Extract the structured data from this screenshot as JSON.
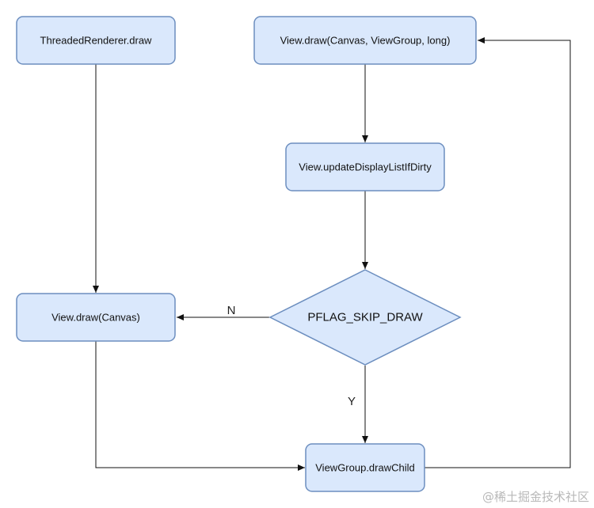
{
  "nodes": {
    "threaded_renderer_draw": "ThreadedRenderer.draw",
    "view_draw_full": "View.draw(Canvas, ViewGroup, long)",
    "update_display_list": "View.updateDisplayListIfDirty",
    "view_draw_canvas": "View.draw(Canvas)",
    "pflag_skip_draw": "PFLAG_SKIP_DRAW",
    "viewgroup_draw_child": "ViewGroup.drawChild"
  },
  "edges": {
    "no_label": "N",
    "yes_label": "Y"
  },
  "watermark": "@稀土掘金技术社区",
  "colors": {
    "node_fill": "#dae8fc",
    "node_stroke": "#6c8ebf",
    "edge": "#111111"
  }
}
